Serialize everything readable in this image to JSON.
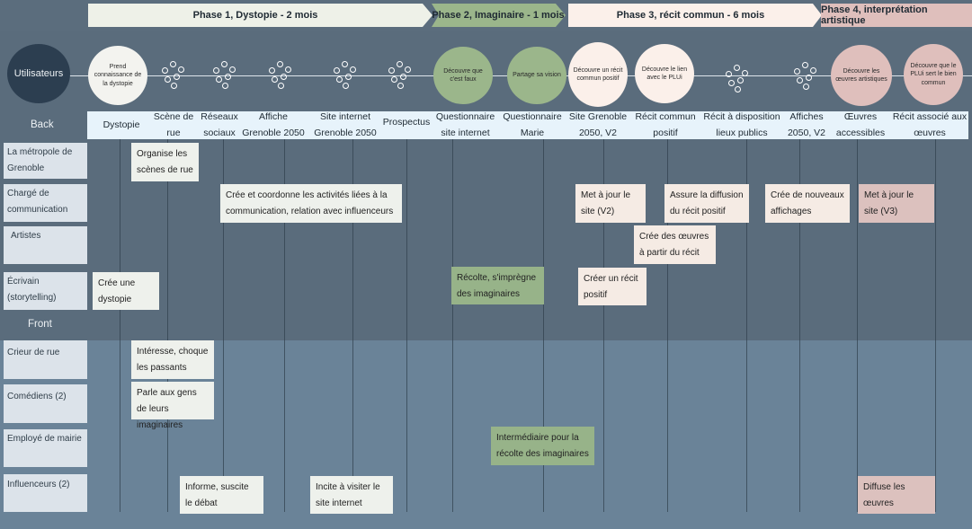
{
  "phases": [
    {
      "label": "Phase 1, Dystopie - 2 mois",
      "color": "#eef1e8"
    },
    {
      "label": "Phase 2, Imaginaire - 1 mois",
      "color": "#9bb68b"
    },
    {
      "label": "Phase 3, récit commun - 6 mois",
      "color": "#fbf0ea"
    },
    {
      "label": "Phase 4, interprétation artistique",
      "color": "#dfbfbc"
    }
  ],
  "user_lane": {
    "label": "Utilisateurs",
    "steps": [
      "Prend connaissance de la dystopie",
      "Découvre que c'est faux",
      "Partage sa vision",
      "Découvre un récit commun positif",
      "Découvre le lien avec le PLUi",
      "Découvre les œuvres artistiques",
      "Découvre que le PLUi sert le bien commun"
    ]
  },
  "sections": {
    "back": "Back",
    "front": "Front"
  },
  "columns": [
    "Dystopie",
    "Scène de rue",
    "Réseaux sociaux",
    "Affiche Grenoble 2050",
    "Site internet Grenoble 2050",
    "Prospectus",
    "Questionnaire site internet",
    "Questionnaire Marie",
    "Site Grenoble 2050, V2",
    "Récit commun positif",
    "Récit à disposition lieux publics",
    "Affiches 2050, V2",
    "Œuvres accessibles",
    "Récit associé aux œuvres"
  ],
  "back_rows": [
    "La métropole de Grenoble",
    "Chargé de communication",
    "Artistes",
    "Écrivain (storytelling)"
  ],
  "front_rows": [
    "Crieur de rue",
    "Comédiens (2)",
    "Employé de mairie",
    "Influenceurs (2)"
  ],
  "cards": {
    "organise": "Organise les scènes de rue",
    "coordonne": "Crée et coordonne les activités liées à la communication, relation avec influenceurs",
    "maj_v2": "Met à jour le site (V2)",
    "diffusion": "Assure la diffusion du récit positif",
    "affichages": "Crée de nouveaux affichages",
    "maj_v3": "Met à jour le site (V3)",
    "oeuvres_recit": "Crée des œuvres à partir du récit",
    "cree_dystopie": "Crée une dystopie",
    "recolte": "Récolte, s'imprègne des imaginaires",
    "recit_positif": "Créer un récit positif",
    "interesse": "Intéresse, choque les passants",
    "parle": "Parle aux gens de leurs imaginaires",
    "intermediaire": "Intermédiaire pour la récolte des imaginaires",
    "informe": "Informe, suscite le débat",
    "incite": "Incite à visiter le site internet",
    "diffuse": "Diffuse les œuvres"
  }
}
